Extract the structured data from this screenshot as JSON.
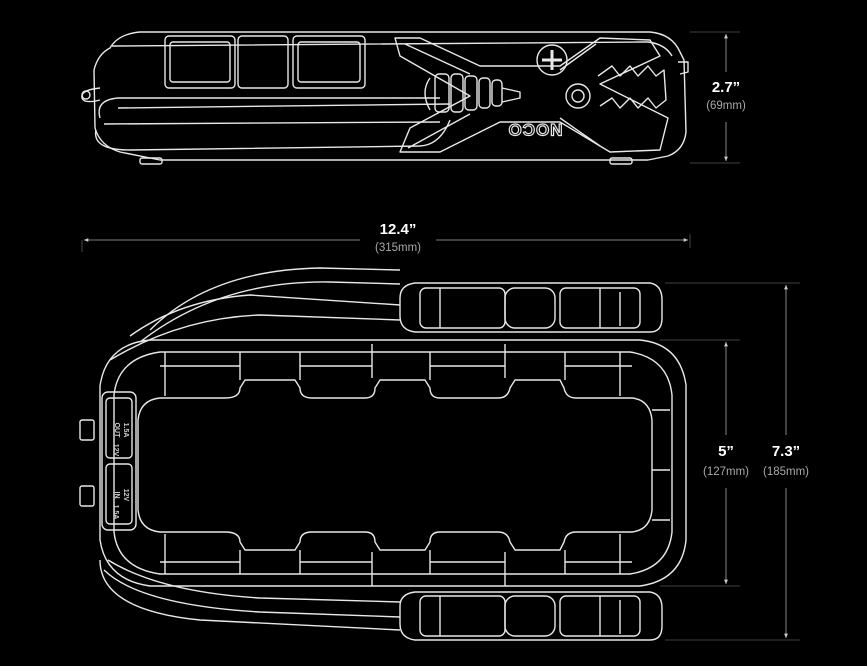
{
  "dimensions": {
    "height": {
      "value": "2.7”",
      "metric": "(69mm)"
    },
    "length": {
      "value": "12.4”",
      "metric": "(315mm)"
    },
    "body_width": {
      "value": "5”",
      "metric": "(127mm)"
    },
    "total_width": {
      "value": "7.3”",
      "metric": "(185mm)"
    }
  },
  "logo": "NOCO",
  "port_labels": {
    "out": {
      "name": "OUT",
      "rating": "12V",
      "current": "1.5A"
    },
    "in": {
      "name": "IN",
      "rating": "12V",
      "current": "1.5A"
    }
  },
  "colors": {
    "background": "#000000",
    "lines": "#e8e8e8",
    "text_primary": "#ffffff",
    "text_secondary": "#a9a9a9"
  }
}
